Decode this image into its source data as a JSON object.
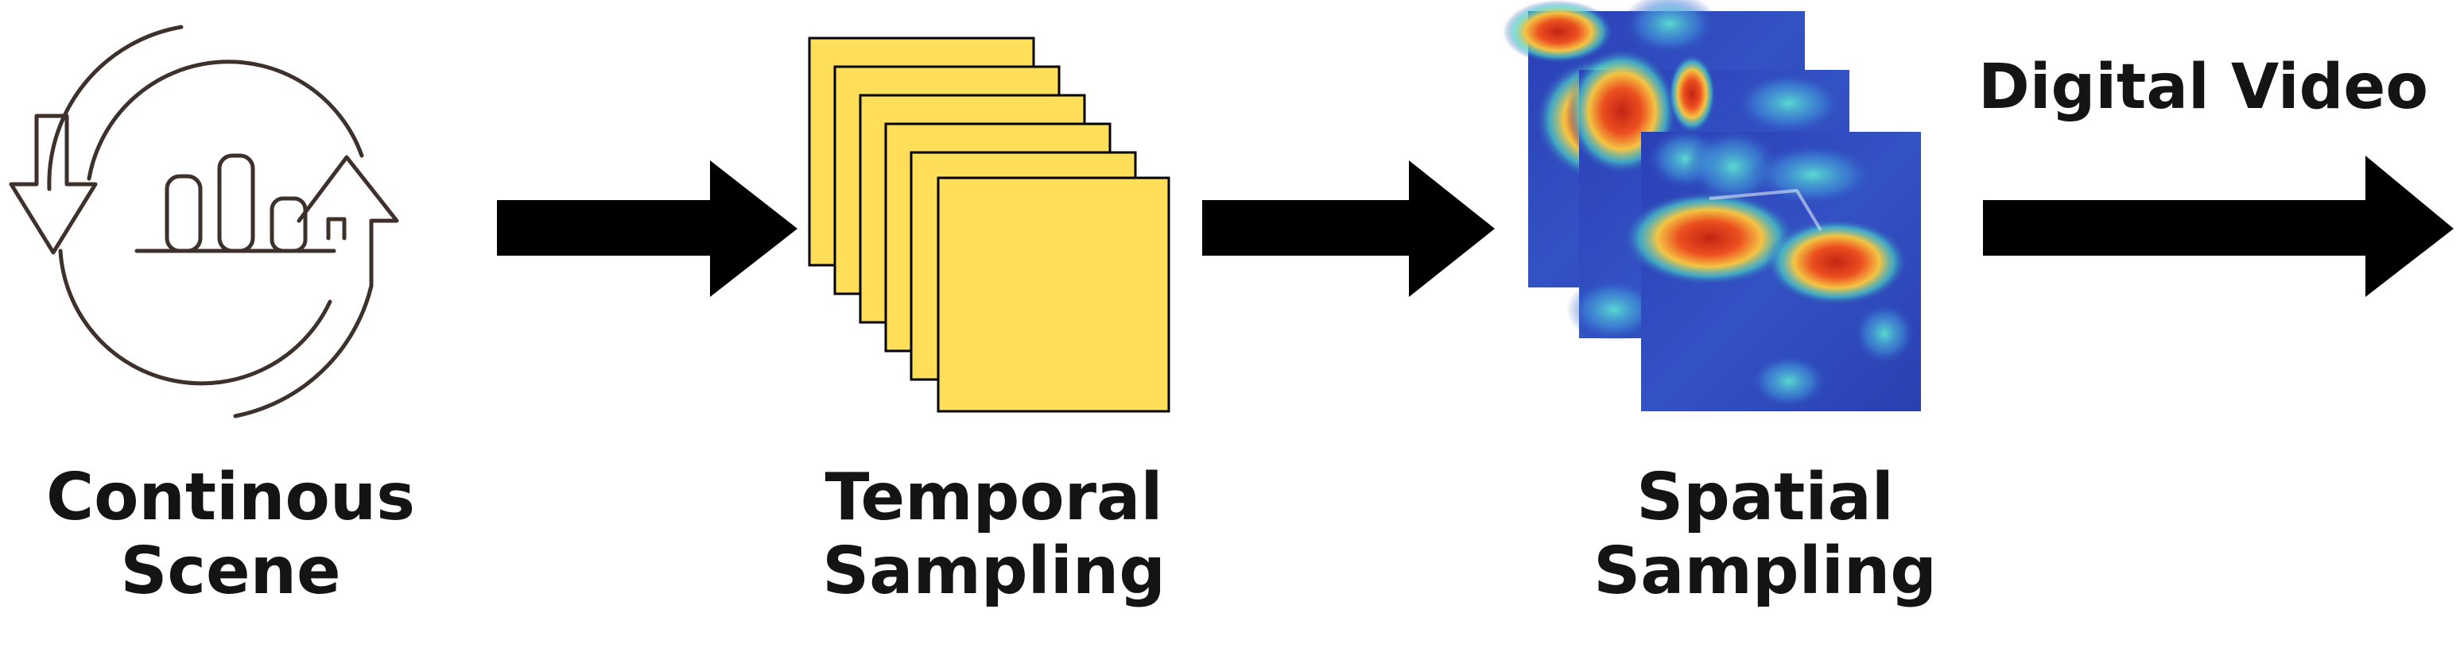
{
  "stages": [
    {
      "id": "continuous-scene",
      "line1": "Continous",
      "line2": "Scene"
    },
    {
      "id": "temporal-sampling",
      "line1": "Temporal",
      "line2": "Sampling"
    },
    {
      "id": "spatial-sampling",
      "line1": "Spatial",
      "line2": "Sampling"
    }
  ],
  "output_label": "Digital Video",
  "colors": {
    "frame_fill": "#ffde59",
    "frame_stroke": "#000000",
    "arrow": "#000000",
    "icon_stroke": "#3e302b",
    "heatmap_base": "#2b3fb8",
    "heatmap_hot": "#e53a1e",
    "heatmap_warm": "#f2c94c",
    "heatmap_cool": "#38c7d6"
  }
}
